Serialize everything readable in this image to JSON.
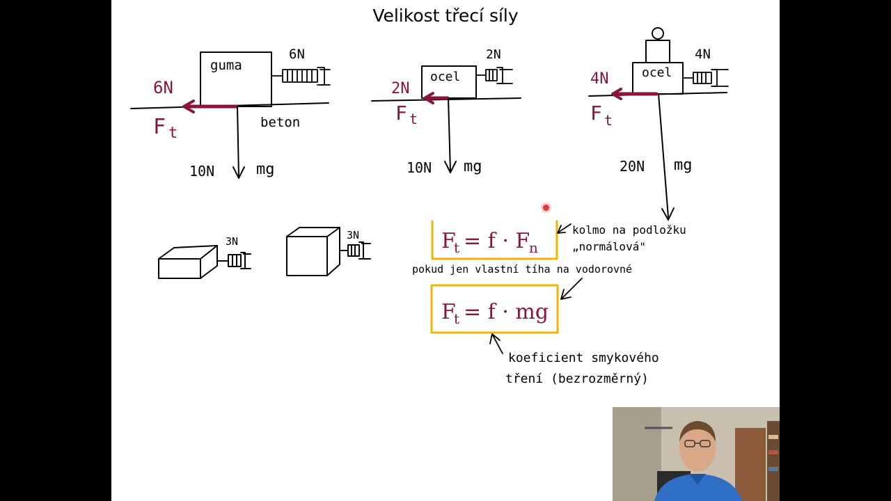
{
  "slide": {
    "title": "Velikost třecí síly"
  },
  "diagram1": {
    "block_label": "guma",
    "spring_force": "6N",
    "friction_value": "6N",
    "friction_symbol_main": "F",
    "friction_symbol_sub": "t",
    "surface_label": "beton",
    "weight_value": "10N",
    "weight_symbol": "mg"
  },
  "diagram2": {
    "block_label": "ocel",
    "spring_force": "2N",
    "friction_value": "2N",
    "friction_symbol_main": "F",
    "friction_symbol_sub": "t",
    "weight_value": "10N",
    "weight_symbol": "mg"
  },
  "diagram3": {
    "block_label": "ocel",
    "spring_force": "4N",
    "friction_value": "4N",
    "friction_symbol_main": "F",
    "friction_symbol_sub": "t",
    "weight_value": "20N",
    "weight_symbol": "mg"
  },
  "lower_blocks": {
    "flat_block_force": "3N",
    "cube_block_force": "3N"
  },
  "formula1": {
    "lhs_main": "F",
    "lhs_sub": "t",
    "rhs": "= f · F",
    "rhs_sub": "n",
    "note_line1": "kolmo na podložku",
    "note_line2": "„normálová\""
  },
  "condition_note": "pokud jen vlastní tíha na vodorovné",
  "formula2": {
    "lhs_main": "F",
    "lhs_sub": "t",
    "rhs": "= f · mg"
  },
  "coefficient_note": {
    "line1": "koeficient smykového",
    "line2": "tření (bezrozměrný)"
  },
  "colors": {
    "ink": "#000000",
    "red_ink": "#8a1538",
    "highlight_box": "#f0b400"
  }
}
